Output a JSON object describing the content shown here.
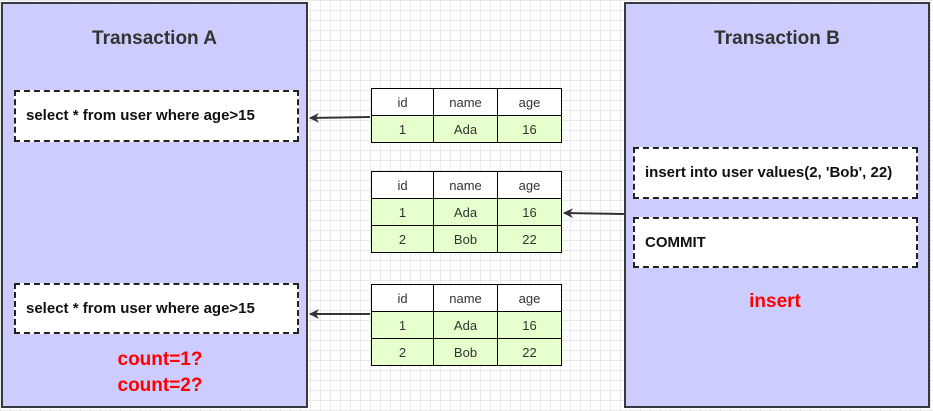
{
  "transaction_a": {
    "title": "Transaction A",
    "query_1": "select * from user where age>15",
    "query_2": "select * from user where age>15",
    "count_line_1": "count=1?",
    "count_line_2": "count=2?"
  },
  "transaction_b": {
    "title": "Transaction B",
    "insert_stmt": "insert into user values(2, 'Bob', 22)",
    "commit": "COMMIT",
    "label": "insert"
  },
  "tables": [
    {
      "headers": [
        "id",
        "name",
        "age"
      ],
      "rows": [
        [
          "1",
          "Ada",
          "16"
        ]
      ]
    },
    {
      "headers": [
        "id",
        "name",
        "age"
      ],
      "rows": [
        [
          "1",
          "Ada",
          "16"
        ],
        [
          "2",
          "Bob",
          "22"
        ]
      ]
    },
    {
      "headers": [
        "id",
        "name",
        "age"
      ],
      "rows": [
        [
          "1",
          "Ada",
          "16"
        ],
        [
          "2",
          "Bob",
          "22"
        ]
      ]
    }
  ],
  "colors": {
    "panel_fill": "#ccccff",
    "row_fill": "#e6ffcc",
    "highlight_text": "#ff0000"
  }
}
